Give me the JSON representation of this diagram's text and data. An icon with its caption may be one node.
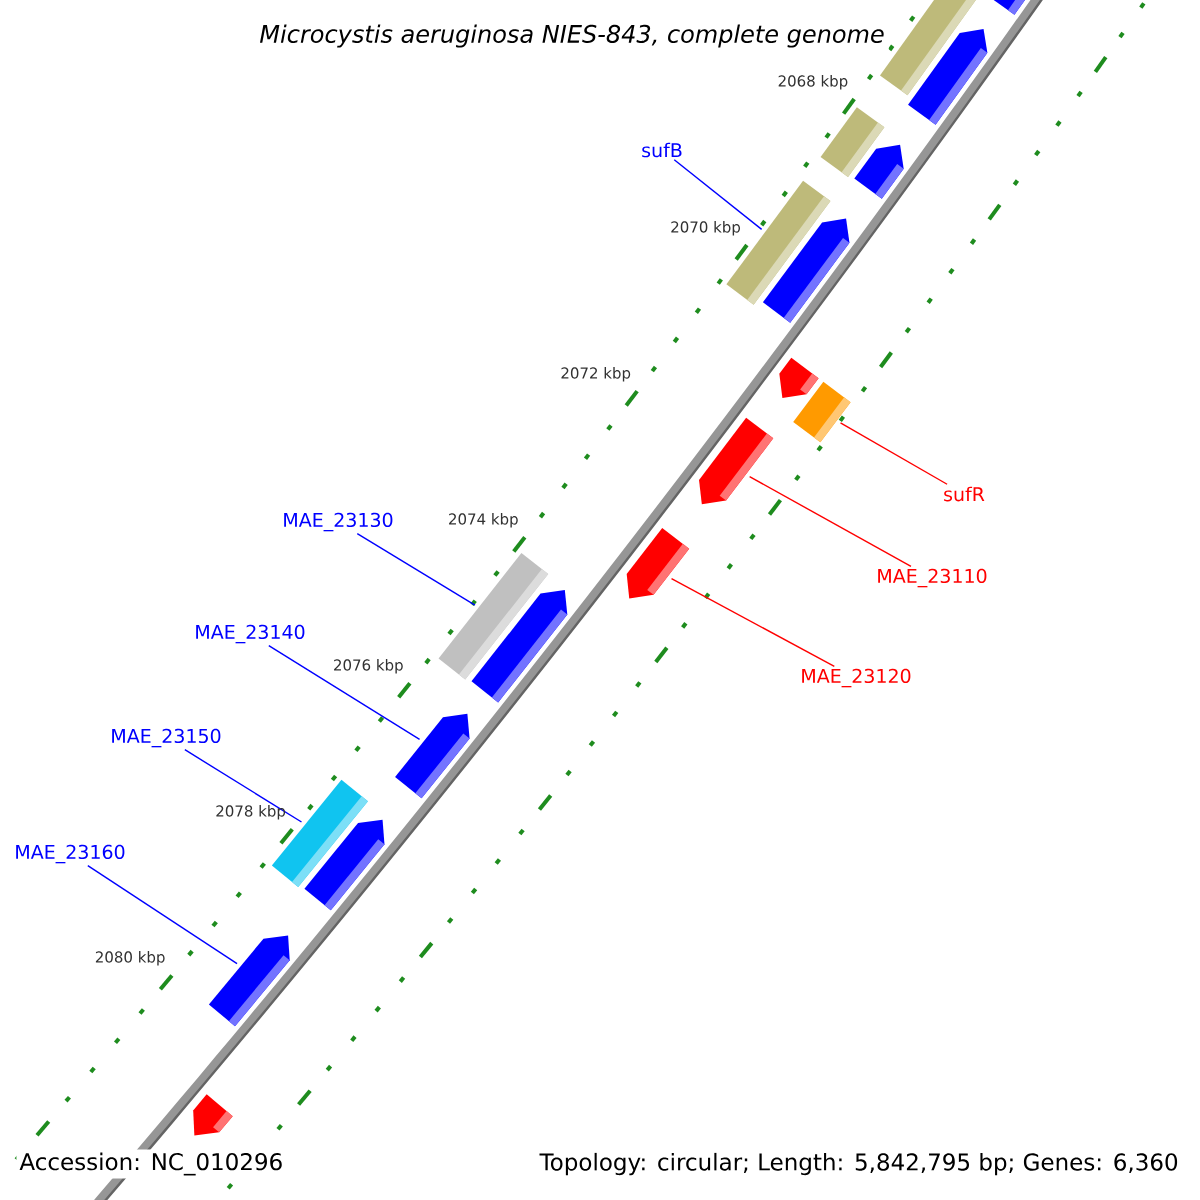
{
  "diagram": {
    "title": "Microcystis aeruginosa NIES-843, complete genome",
    "nodes": [
      {
        "text": [
          "sufB"
        ]
      },
      {
        "text": [],
        "shape": "bar"
      },
      {
        "text": [
          "sufR"
        ]
      },
      {
        "text": [],
        "shape": "bar"
      },
      {
        "text": [
          "MAE_23110"
        ]
      },
      {
        "text": [],
        "shape": "pentagon"
      },
      {
        "text": [
          "MAE_23120"
        ]
      },
      {
        "text": [],
        "shape": "pentagon"
      },
      {
        "text": [
          "MAE_23130"
        ]
      },
      {
        "text": [],
        "shape": "bar"
      },
      {
        "text": [
          "MAE_23140"
        ]
      },
      {
        "text": [],
        "shape": "pentagon"
      },
      {
        "text": [
          "MAE_23150"
        ]
      },
      {
        "text": [],
        "shape": "bar"
      },
      {
        "text": [
          "MAE_23160"
        ]
      },
      {
        "text": [],
        "shape": "pentagon"
      },
      {
        "text": [],
        "shape": "bar"
      },
      {
        "text": [],
        "shape": "pentagon"
      },
      {
        "text": [],
        "shape": "pentagon"
      },
      {
        "text": [],
        "shape": "bar"
      },
      {
        "text": [],
        "shape": "pentagon"
      },
      {
        "text": [],
        "shape": "pentagon"
      },
      {
        "text": [],
        "shape": "pentagon"
      },
      {
        "text": [],
        "shape": "pentagon"
      },
      {
        "text": [],
        "shape": "pentagon"
      },
      {
        "text": [],
        "shape": "pentagon"
      }
    ],
    "edges": [
      {
        "from": 0,
        "to": 1,
        "arrow": "none"
      },
      {
        "from": 2,
        "to": 3,
        "arrow": "none",
        "color": "#ff0000"
      },
      {
        "from": 4,
        "to": 5,
        "arrow": "none",
        "color": "#ff0000"
      },
      {
        "from": 6,
        "to": 7,
        "arrow": "none",
        "color": "#ff0000"
      },
      {
        "from": 8,
        "to": 9,
        "arrow": "none"
      },
      {
        "from": 10,
        "to": 11,
        "arrow": "none"
      },
      {
        "from": 12,
        "to": 13,
        "arrow": "none"
      },
      {
        "from": 14,
        "to": 15,
        "arrow": "none"
      }
    ],
    "labels": [
      "2068 kbp",
      "2070 kbp",
      "2072 kbp",
      "2074 kbp",
      "2076 kbp",
      "2078 kbp",
      "2080 kbp",
      "Accession: NC_010296",
      "Topology: circular; Length: 5,842,795 bp; Genes: 6,360"
    ]
  }
}
